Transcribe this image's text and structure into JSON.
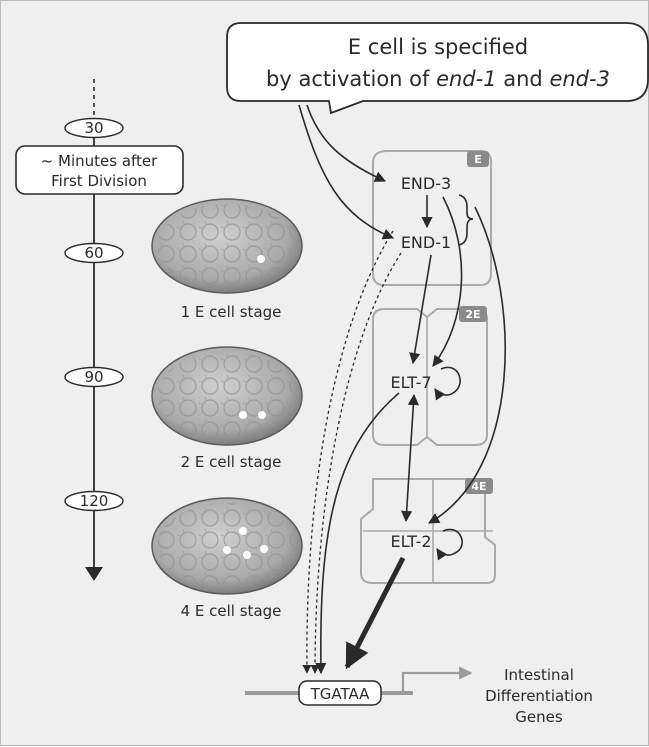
{
  "callout": {
    "line1": "E cell is specified",
    "line2_prefix": "by activation of ",
    "gene1": "end-1",
    "line2_mid": " and ",
    "gene2": "end-3"
  },
  "timeline": {
    "label_line1": "~ Minutes after",
    "label_line2": "First Division",
    "ticks": [
      "30",
      "60",
      "90",
      "120"
    ]
  },
  "embryos": [
    {
      "caption": "1 E cell stage",
      "marked_nuclei": 1
    },
    {
      "caption": "2 E cell stage",
      "marked_nuclei": 2
    },
    {
      "caption": "4 E cell stage",
      "marked_nuclei": 4
    }
  ],
  "cells": [
    {
      "tag": "E"
    },
    {
      "tag": "2E"
    },
    {
      "tag": "4E"
    }
  ],
  "factors": {
    "end3": "END-3",
    "end1": "END-1",
    "elt7": "ELT-7",
    "elt2": "ELT-2"
  },
  "promoter": {
    "motif": "TGATAA",
    "target_line1": "Intestinal",
    "target_line2": "Differentiation",
    "target_line3": "Genes"
  },
  "colors": {
    "background": "#efefef",
    "ink": "#2a2a2a",
    "cell_outline": "#a9a9a9",
    "tag_fill": "#8a8a8a"
  }
}
